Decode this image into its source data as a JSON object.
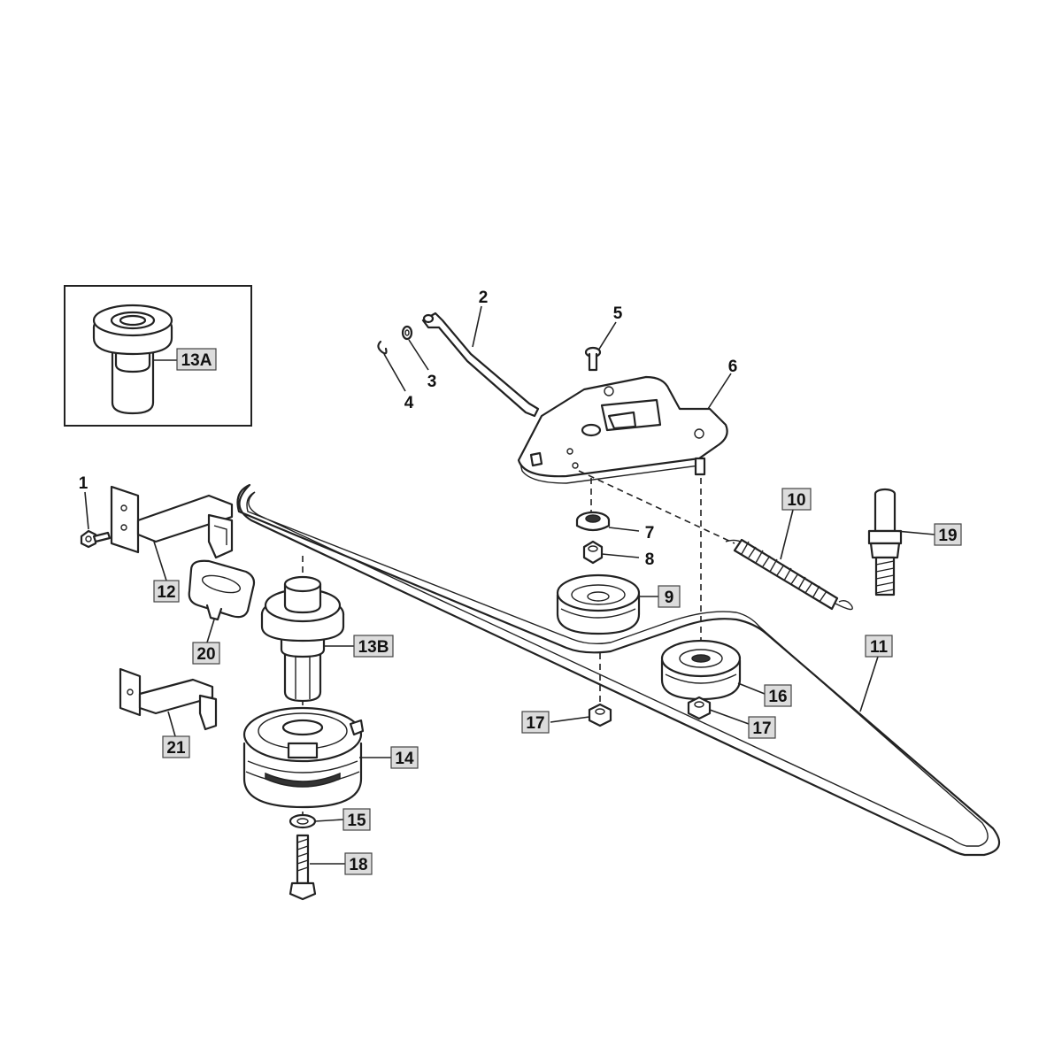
{
  "callouts": {
    "c1": "1",
    "c2": "2",
    "c3": "3",
    "c4": "4",
    "c5": "5",
    "c6": "6",
    "c7": "7",
    "c8": "8",
    "c9": "9",
    "c10": "10",
    "c11": "11",
    "c12": "12",
    "c13A": "13A",
    "c13B": "13B",
    "c14": "14",
    "c15": "15",
    "c16": "16",
    "c17a": "17",
    "c17b": "17",
    "c18": "18",
    "c19": "19",
    "c20": "20",
    "c21": "21"
  },
  "colors": {
    "line": "#222222",
    "label_fill": "#dcdcdc",
    "background": "#ffffff"
  }
}
